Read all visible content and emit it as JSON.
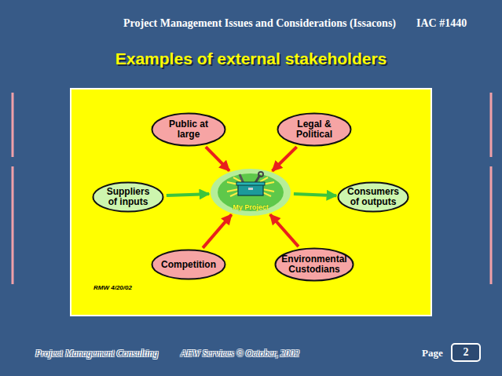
{
  "diagram": {
    "title": "Examples of external stakeholders",
    "nodes": [
      {
        "text": [
          "Public at large"
        ]
      },
      {
        "text": [
          "Legal & Political"
        ]
      },
      {
        "text": [
          "Suppliers of inputs"
        ]
      },
      {
        "text": [
          "My Project"
        ]
      },
      {
        "text": [
          "Consumers of outputs"
        ]
      },
      {
        "text": [
          "Competition"
        ]
      },
      {
        "text": [
          "Environmental Custodians"
        ]
      }
    ],
    "edges": [
      {
        "from": 0,
        "to": 3,
        "arrow": "to"
      },
      {
        "from": 1,
        "to": 3,
        "arrow": "to"
      },
      {
        "from": 2,
        "to": 3,
        "arrow": "to"
      },
      {
        "from": 3,
        "to": 4,
        "arrow": "to"
      },
      {
        "from": 5,
        "to": 3,
        "arrow": "to"
      },
      {
        "from": 6,
        "to": 3,
        "arrow": "to"
      }
    ],
    "labels": [
      "Project Management Issues and Considerations (Issacons)",
      "IAC #1440",
      "RMW 4/20/02",
      "Project Management Consulting",
      "AEW Services © October, 2002",
      "Page",
      "2"
    ]
  }
}
